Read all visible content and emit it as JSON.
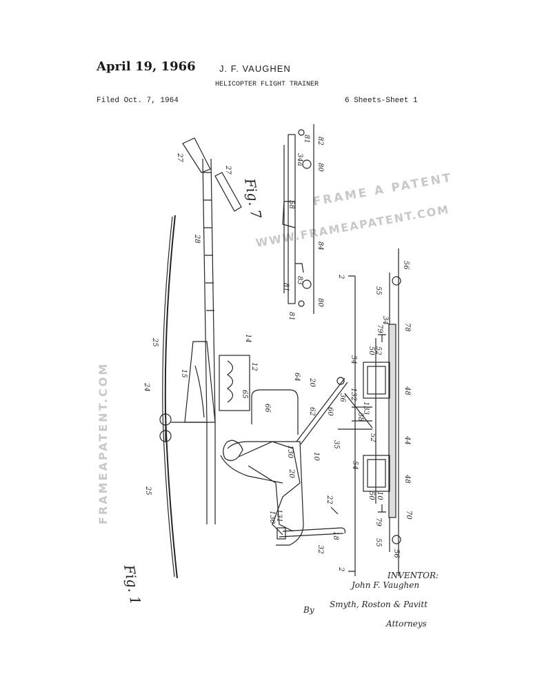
{
  "header": {
    "date": "April 19, 1966",
    "inventor_name": "J. F. VAUGHEN",
    "title": "HELICOPTER FLIGHT TRAINER",
    "filed": "Filed Oct. 7, 1964",
    "sheets": "6 Sheets-Sheet 1"
  },
  "watermark": {
    "line1": "FRAME A PATENT",
    "line2": "WWW.FRAMEAPATENT.COM",
    "side": "FRAMEAPATENT.COM"
  },
  "figures": {
    "fig1": "Fig. 1",
    "fig7": "Fig. 7"
  },
  "signature": {
    "inventor_label": "INVENTOR:",
    "inventor": "John F. Vaughen",
    "by": "By",
    "firm": "Smyth, Roston & Pavitt",
    "attorneys": "Attorneys"
  },
  "reference_numerals": {
    "n2": "2",
    "n10": "10",
    "n12": "12",
    "n14": "14",
    "n15": "15",
    "n18": "18",
    "n20": "20",
    "n22": "22",
    "n24": "24",
    "n25": "25",
    "n27": "27",
    "n28": "28",
    "n32": "32",
    "n34": "34",
    "n34a": "34a",
    "n35": "35",
    "n36": "36",
    "n44": "44",
    "n48": "48",
    "n50": "50",
    "n52": "52",
    "n54": "54",
    "n55": "55",
    "n56": "56",
    "n58": "58",
    "n60": "60",
    "n62": "62",
    "n64": "64",
    "n65": "65",
    "n66": "66",
    "n70": "70",
    "n78": "78",
    "n79": "79",
    "n80": "80",
    "n81": "81",
    "n82": "82",
    "n83": "83",
    "n84": "84",
    "n130": "130",
    "n131": "131",
    "n132": "132",
    "n133": "133"
  }
}
